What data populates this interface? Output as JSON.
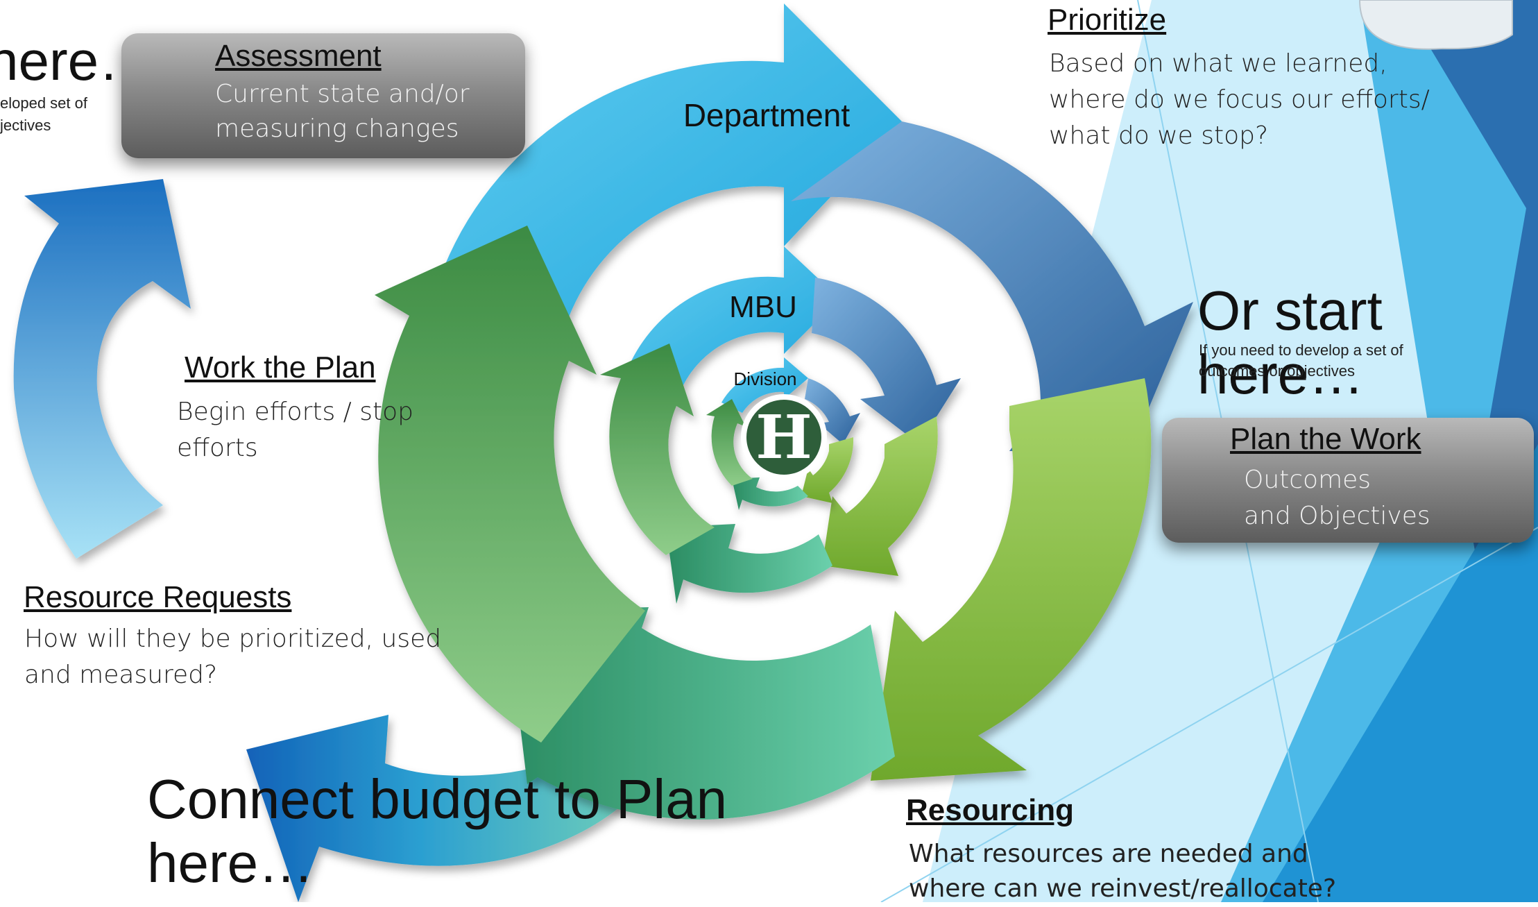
{
  "colors": {
    "blue_light": "#5ec8ee",
    "blue_dark": "#2d6aa3",
    "green_light": "#8fc94a",
    "green_dark": "#2f8a52",
    "teal": "#5ec5a3",
    "logo_green": "#2e5e3a"
  },
  "rings": {
    "department": "Department",
    "mbu": "MBU",
    "division": "Division",
    "logo_letter": "H"
  },
  "assessment": {
    "heading": "Assessment",
    "body_line1": "Current state and/or",
    "body_line2": "measuring changes"
  },
  "start_left": {
    "big_text": "here…",
    "small_line1": "eloped set of",
    "small_line2": "jectives"
  },
  "prioritize": {
    "heading": "Prioritize",
    "line1": "Based on what we learned,",
    "line2": "where do we focus our efforts/",
    "line3": "what do we stop?"
  },
  "start_right": {
    "big_text": "Or start here…",
    "small_line1": "If you need to develop a set of",
    "small_line2": "outcomes or objectives"
  },
  "plan_work": {
    "heading": "Plan the Work",
    "line1": "Outcomes",
    "line2": "and Objectives"
  },
  "work_plan": {
    "heading": "Work the Plan",
    "line1": "Begin efforts / stop",
    "line2": "efforts"
  },
  "resource_requests": {
    "heading": "Resource Requests",
    "line1": "How will they be prioritized, used",
    "line2": "and measured?"
  },
  "connect": {
    "line1": "Connect budget to Plan",
    "line2": "here…"
  },
  "resourcing": {
    "heading": "Resourcing",
    "line1": "What resources are needed and",
    "line2": "where can we reinvest/reallocate?"
  }
}
